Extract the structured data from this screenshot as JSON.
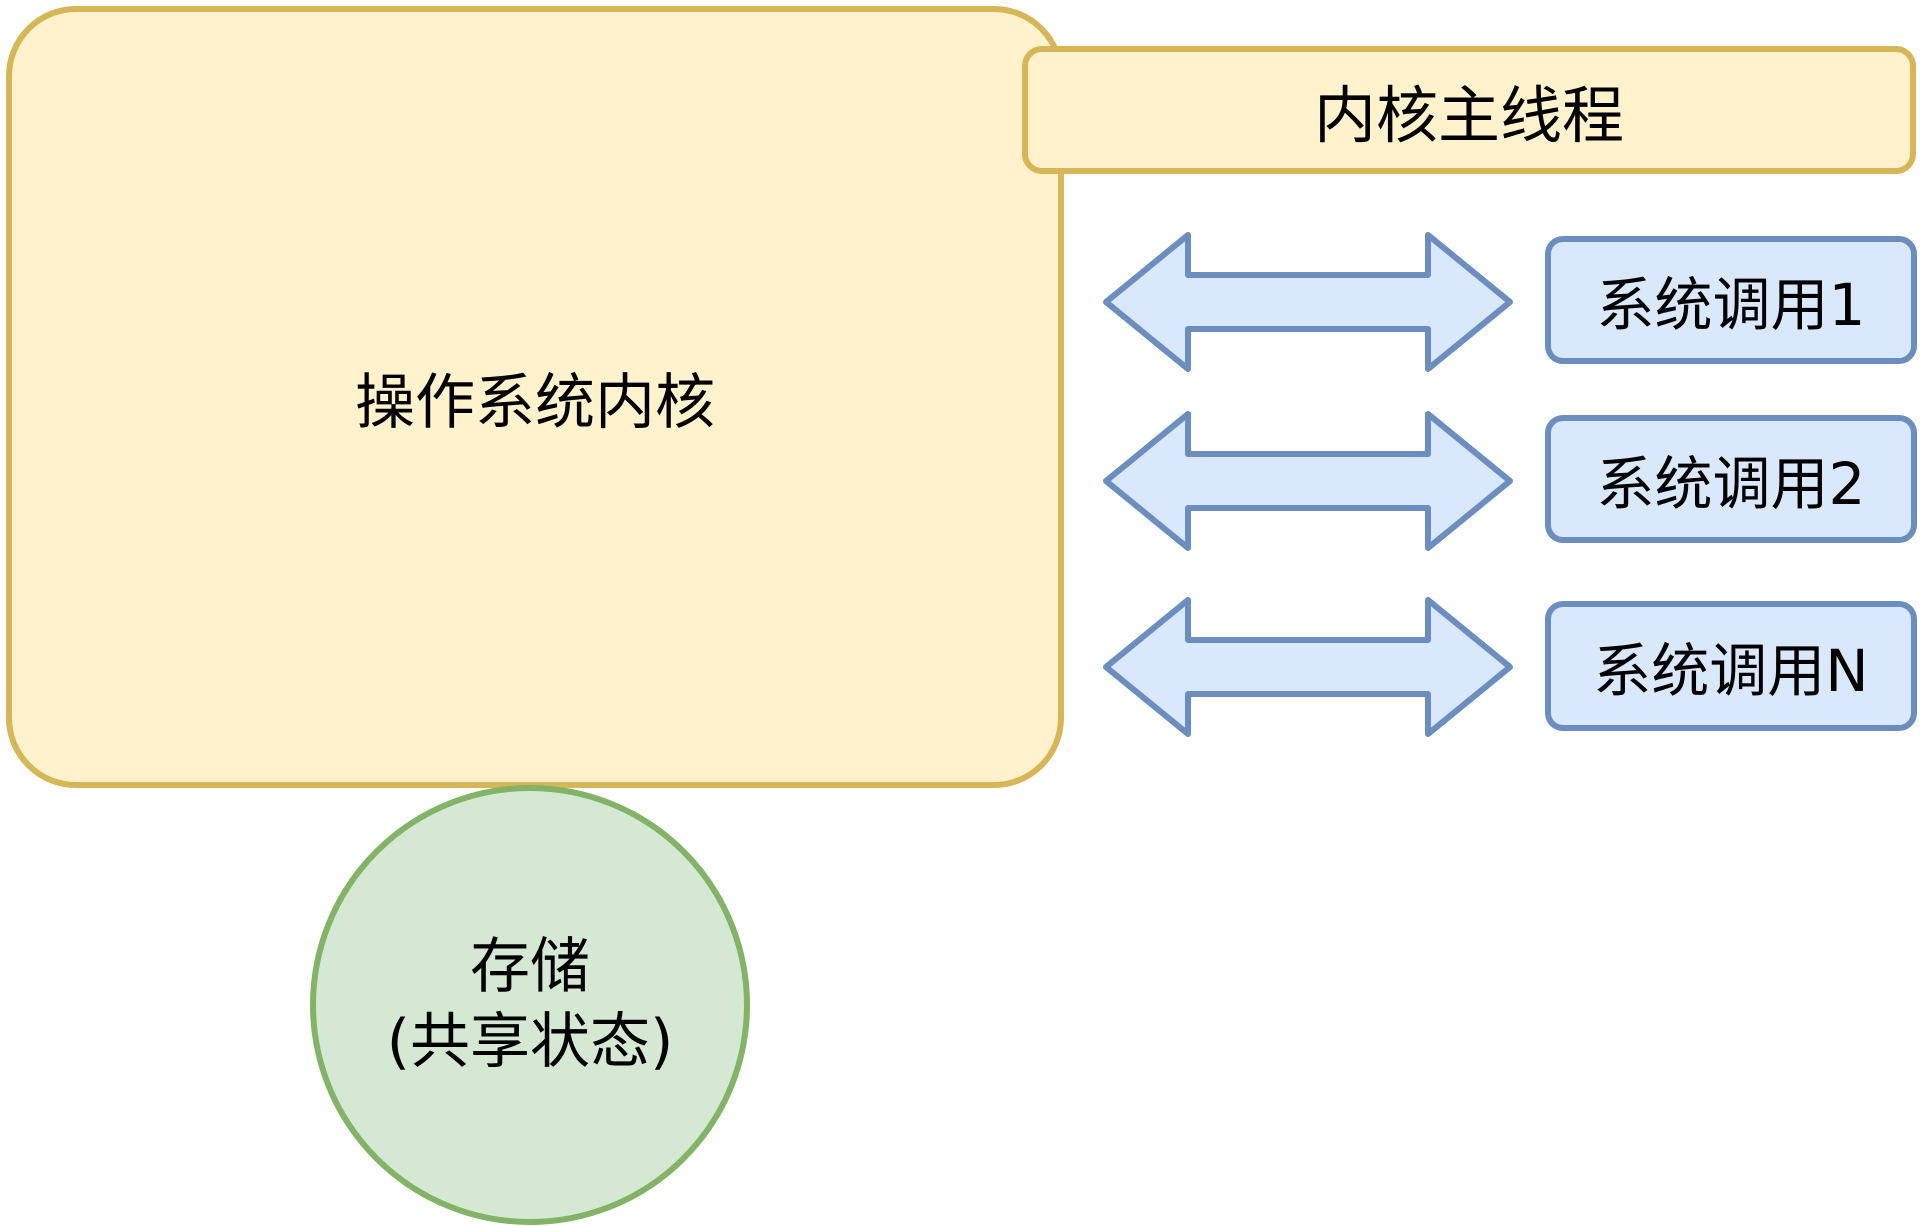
{
  "kernel": {
    "label": "操作系统内核"
  },
  "thread": {
    "label": "内核主线程"
  },
  "syscalls": [
    {
      "label": "系统调用1"
    },
    {
      "label": "系统调用2"
    },
    {
      "label": "系统调用N"
    }
  ],
  "storage": {
    "line1": "存储",
    "line2": "(共享状态)"
  },
  "colors": {
    "yellow_fill": "#fff2cc",
    "yellow_stroke": "#d6b656",
    "blue_fill": "#dae8fc",
    "blue_stroke": "#6c8ebf",
    "green_fill": "#d5e8d4",
    "green_stroke": "#82b366"
  }
}
